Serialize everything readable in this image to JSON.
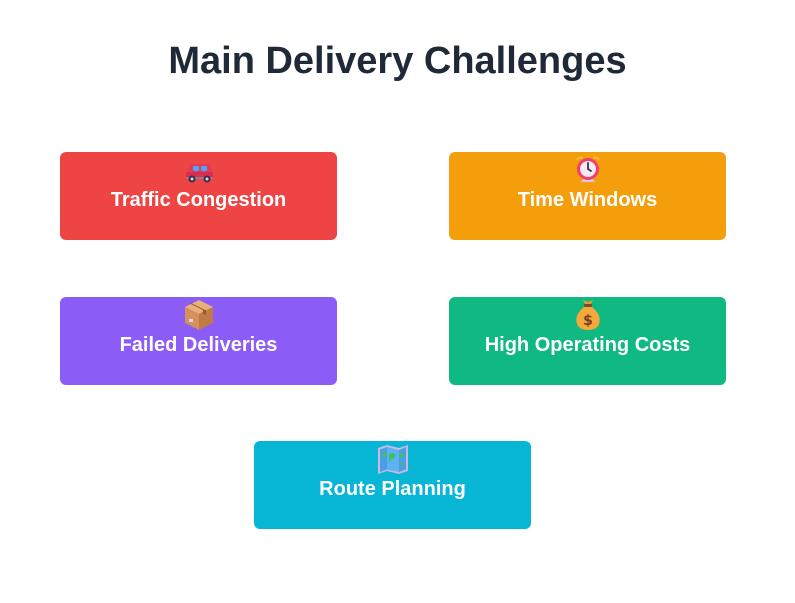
{
  "title": "Main Delivery Challenges",
  "challenges": [
    {
      "label": "Traffic Congestion",
      "icon": "car-icon",
      "color": "#ef4444"
    },
    {
      "label": "Time Windows",
      "icon": "alarm-clock-icon",
      "color": "#f59e0b"
    },
    {
      "label": "Failed Deliveries",
      "icon": "package-icon",
      "color": "#8b5cf6"
    },
    {
      "label": "High Operating Costs",
      "icon": "money-bag-icon",
      "color": "#10b981"
    },
    {
      "label": "Route Planning",
      "icon": "world-map-icon",
      "color": "#06b6d4"
    }
  ]
}
